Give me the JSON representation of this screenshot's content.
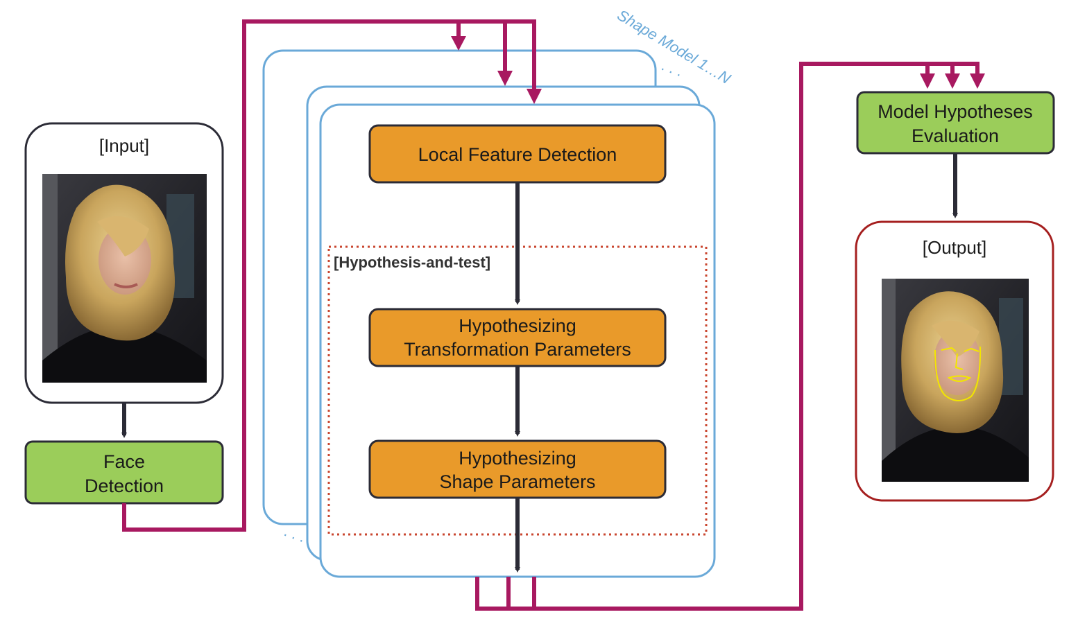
{
  "input": {
    "title": "[Input]"
  },
  "face_detection": {
    "line1": "Face",
    "line2": "Detection"
  },
  "shape_model": {
    "label": "Shape Model 1…N",
    "dots": ". . ."
  },
  "local_feature": {
    "label": "Local Feature Detection"
  },
  "hypothesis": {
    "label": "[Hypothesis-and-test]"
  },
  "transform": {
    "line1": "Hypothesizing",
    "line2": "Transformation Parameters"
  },
  "shape_params": {
    "line1": "Hypothesizing",
    "line2": "Shape Parameters"
  },
  "evaluation": {
    "line1": "Model Hypotheses",
    "line2": "Evaluation"
  },
  "output": {
    "title": "[Output]"
  },
  "colors": {
    "green_box": "#9bcd5a",
    "orange_box": "#e99a2a",
    "blue_frame": "#6aa9d8",
    "magenta_line": "#a81960",
    "dark_arrow": "#2b2b36",
    "output_frame": "#a51f1f",
    "landmarks": "#f2e600"
  }
}
